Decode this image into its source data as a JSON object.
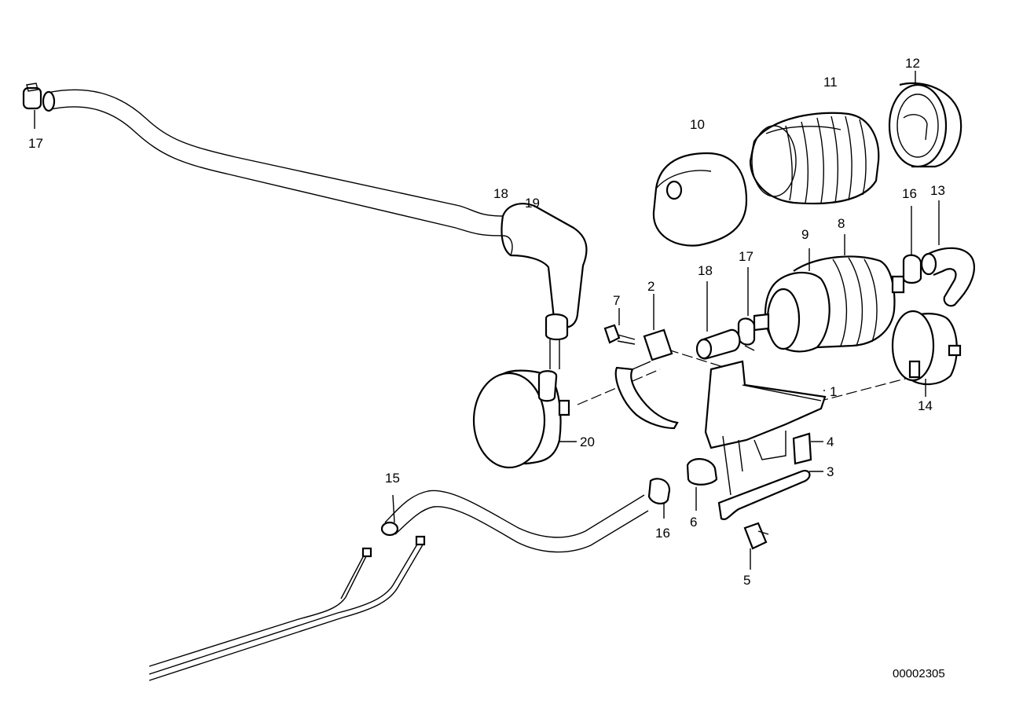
{
  "diagram": {
    "reference_number": "00002305",
    "labels": {
      "l17a": "17",
      "l18a": "18",
      "l19": "19",
      "l10": "10",
      "l11": "11",
      "l12": "12",
      "l13": "13",
      "l16a": "16",
      "l9": "9",
      "l8": "8",
      "l17b": "17",
      "l18b": "18",
      "l7": "7",
      "l2": "2",
      "l1": "1",
      "l14": "14",
      "l20": "20",
      "l4": "4",
      "l3": "3",
      "l15": "15",
      "l16b": "16",
      "l6": "6",
      "l5": "5"
    }
  }
}
